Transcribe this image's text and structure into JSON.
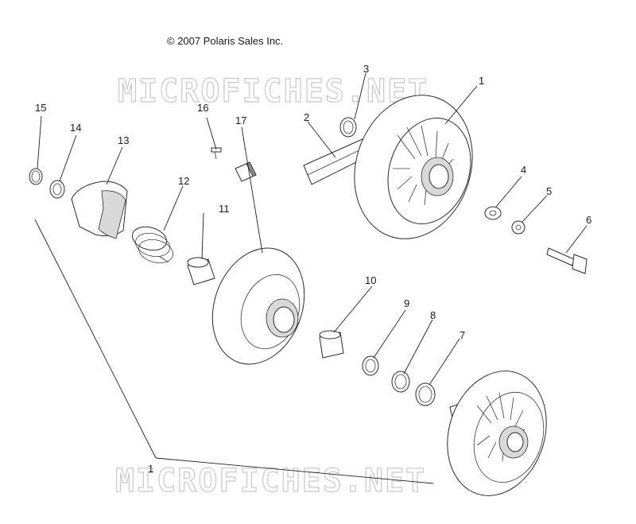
{
  "copyright": "© 2007 Polaris Sales Inc.",
  "watermark": "MICROFICHES.NET",
  "callouts": {
    "c1a": "1",
    "c1b": "1",
    "c2": "2",
    "c3": "3",
    "c4": "4",
    "c5": "5",
    "c6": "6",
    "c7": "7",
    "c8": "8",
    "c9": "9",
    "c10": "10",
    "c11": "11",
    "c12": "12",
    "c13": "13",
    "c14": "14",
    "c15": "15",
    "c16": "16",
    "c17": "17"
  }
}
